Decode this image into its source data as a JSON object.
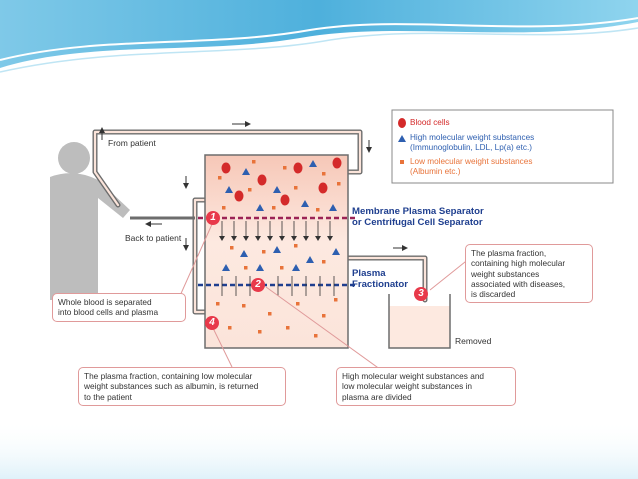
{
  "labels": {
    "from_patient": "From patient",
    "back_to_patient": "Back to patient",
    "membrane_separator": "Membrane Plasma Separator\nor Centrifugal Cell Separator",
    "plasma_fractionator": "Plasma\nFractionator",
    "removed": "Removed"
  },
  "legend": {
    "blood_cells": "Blood cells",
    "high_mw": "High molecular weight substances\n(Immunoglobulin, LDL, Lp(a) etc.)",
    "low_mw": "Low molecular weight substances\n(Albumin etc.)"
  },
  "steps": [
    "1",
    "2",
    "3",
    "4"
  ],
  "callouts": {
    "c1": "Whole blood is separated\ninto blood cells and plasma",
    "c2": "High molecular weight substances and\nlow molecular weight substances in\nplasma are divided",
    "c3": "The plasma fraction,\ncontaining high molecular\nweight substances\nassociated with diseases,\nis discarded",
    "c4": "The plasma fraction, containing low molecular\nweight substances such as albumin, is returned\nto the patient"
  },
  "colors": {
    "blood_cell": "#d42a2a",
    "high_mw": "#2e5fb0",
    "low_mw": "#e8733a",
    "accent": "#9b2355",
    "title_blue": "#1f3f8f"
  }
}
